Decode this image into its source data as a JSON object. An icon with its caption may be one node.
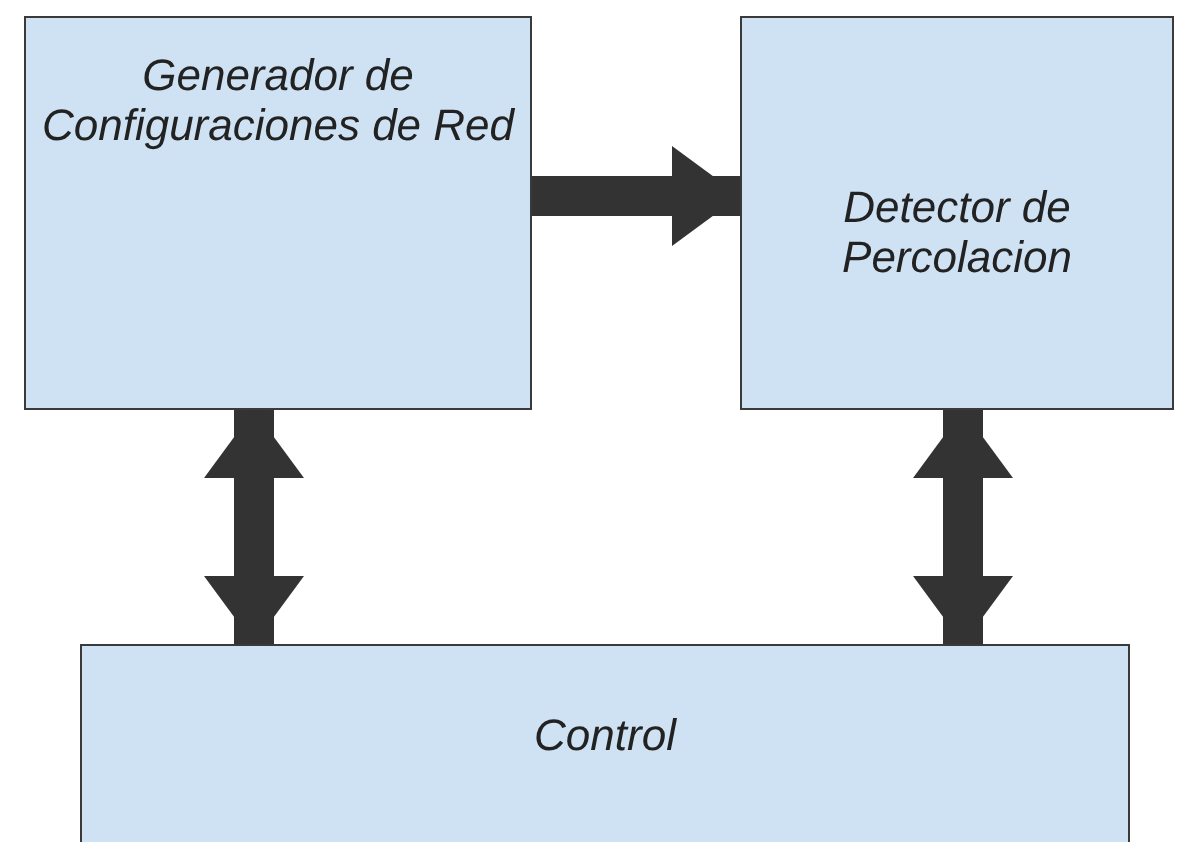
{
  "diagram": {
    "nodes": [
      {
        "text": [
          "Generador de Configuraciones de Red"
        ]
      },
      {
        "text": [
          "Detector de Percolacion"
        ]
      },
      {
        "text": [
          "Control"
        ]
      }
    ],
    "edges": [
      {
        "from": 0,
        "to": 1,
        "arrow": "to"
      },
      {
        "from": 0,
        "to": 2,
        "arrow": "both"
      },
      {
        "from": 1,
        "to": 2,
        "arrow": "both"
      }
    ]
  }
}
